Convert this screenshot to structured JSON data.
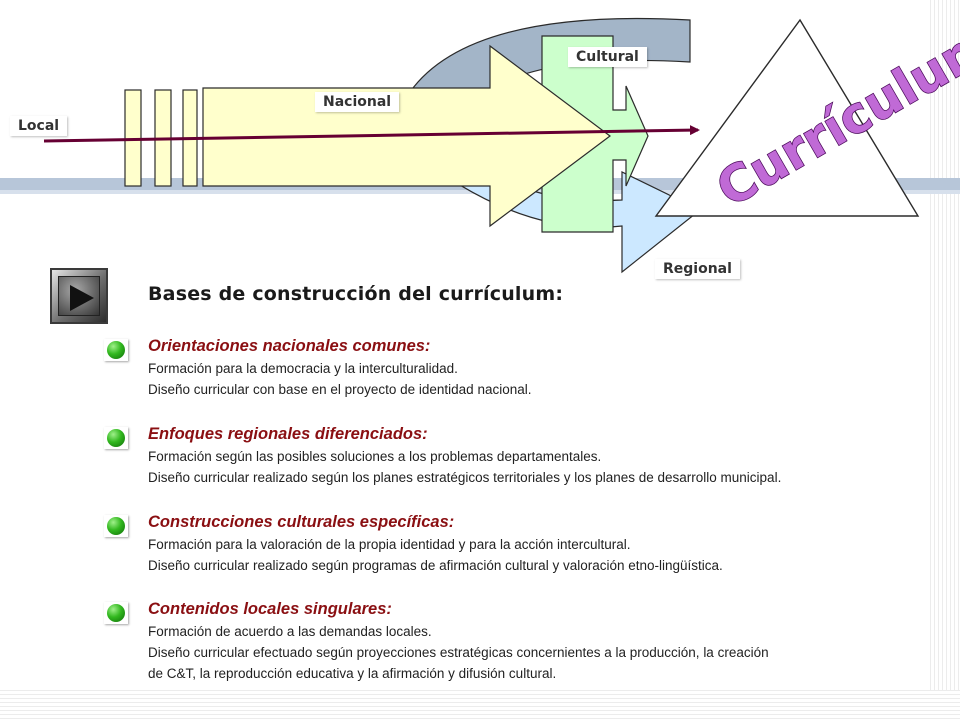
{
  "diagram": {
    "labels": {
      "local": "Local",
      "nacional": "Nacional",
      "cultural": "Cultural",
      "regional": "Regional"
    },
    "curriculum_word": "Currículum",
    "colors": {
      "nacional_arrow": "#ffffcc",
      "cultural_arrow": "#ccffcc",
      "regional_arrow": "#cce8ff",
      "curved_arrow": "#a3b5c8",
      "line_arrow": "#660033",
      "curriculum_text": "#9c27b0"
    }
  },
  "main": {
    "title": "Bases de construcción del currículum:",
    "sections": [
      {
        "title": "Orientaciones nacionales comunes:",
        "lines": [
          "Formación para la democracia y la interculturalidad.",
          "Diseño curricular con base en el proyecto de identidad nacional."
        ]
      },
      {
        "title": "Enfoques regionales diferenciados:",
        "lines": [
          "Formación según las posibles soluciones a los problemas departamentales.",
          "Diseño curricular realizado según los planes estratégicos territoriales y los planes de desarrollo municipal."
        ]
      },
      {
        "title": "Construcciones culturales específicas:",
        "lines": [
          "Formación para la valoración de la propia identidad y para la acción intercultural.",
          "Diseño curricular realizado según programas de afirmación cultural y valoración etno-lingüística."
        ]
      },
      {
        "title": "Contenidos locales singulares:",
        "lines": [
          "Formación de acuerdo a las demandas locales.",
          "Diseño curricular efectuado según proyecciones estratégicas concernientes a la producción, la creación",
          "de C&T, la reproducción educativa y la afirmación y difusión cultural."
        ]
      }
    ]
  }
}
